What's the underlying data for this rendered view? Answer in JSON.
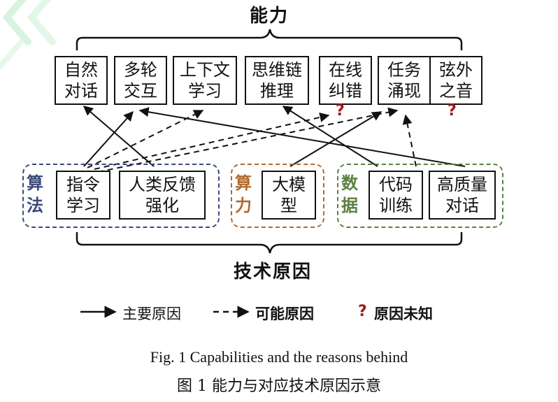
{
  "titles": {
    "top": "能力",
    "bottom": "技术原因"
  },
  "capabilities": [
    {
      "id": "nat-dialog",
      "line1": "自然",
      "line2": "对话"
    },
    {
      "id": "multi-turn",
      "line1": "多轮",
      "line2": "交互"
    },
    {
      "id": "in-context",
      "line1": "上下文",
      "line2": "学习"
    },
    {
      "id": "cot",
      "line1": "思维链",
      "line2": "推理"
    },
    {
      "id": "online-fix",
      "line1": "在线",
      "line2": "纠错"
    },
    {
      "id": "emergence",
      "line1": "任务",
      "line2": "涌现"
    },
    {
      "id": "subtext",
      "line1": "弦外",
      "line2": "之音"
    }
  ],
  "unknown_mark": "?",
  "groups": {
    "algorithm": {
      "label1": "算",
      "label2": "法",
      "color": "#3a4a7a"
    },
    "compute": {
      "label1": "算",
      "label2": "力",
      "color": "#b06a30"
    },
    "data": {
      "label1": "数",
      "label2": "据",
      "color": "#5a8040"
    }
  },
  "reasons": [
    {
      "id": "instruct",
      "line1": "指令",
      "line2": "学习"
    },
    {
      "id": "rlhf",
      "line1": "人类反馈",
      "line2": "强化"
    },
    {
      "id": "big-model",
      "line1": "大模",
      "line2": "型"
    },
    {
      "id": "code",
      "line1": "代码",
      "line2": "训练"
    },
    {
      "id": "hq-dialog",
      "line1": "高质量",
      "line2": "对话"
    }
  ],
  "legend": {
    "main": "主要原因",
    "possible": "可能原因",
    "unknown": "原因未知"
  },
  "caption": {
    "en": "Fig. 1 Capabilities and the reasons behind",
    "cn": "图 1  能力与对应技术原因示意"
  }
}
